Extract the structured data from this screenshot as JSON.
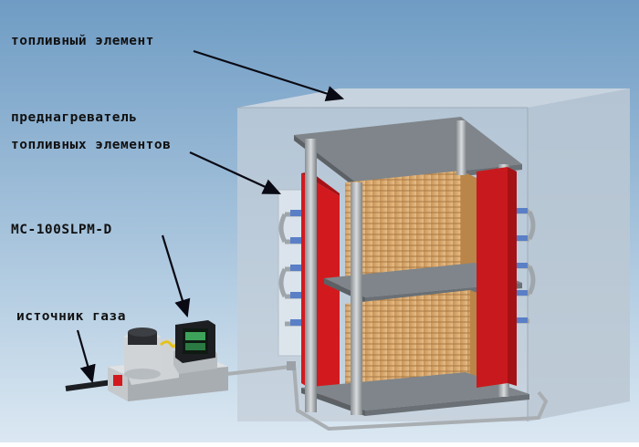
{
  "labels": {
    "fuel_element": "топливный элемент",
    "preheater_line1": "преднагреватель",
    "preheater_line2": "топливных элементов",
    "controller": "MC-100SLPM-D",
    "gas_source": "источник газа"
  },
  "colors": {
    "background_top": "#6f9cc4",
    "background_bottom": "#d7e6f1",
    "enclosure": "#c7d2dc",
    "heater_red": "#d21a1e",
    "cell_stack": "#d6a772",
    "plate_gray": "#7f858a",
    "pipe_gray": "#a9aeb2",
    "coil_blue": "#5a7fc6"
  }
}
